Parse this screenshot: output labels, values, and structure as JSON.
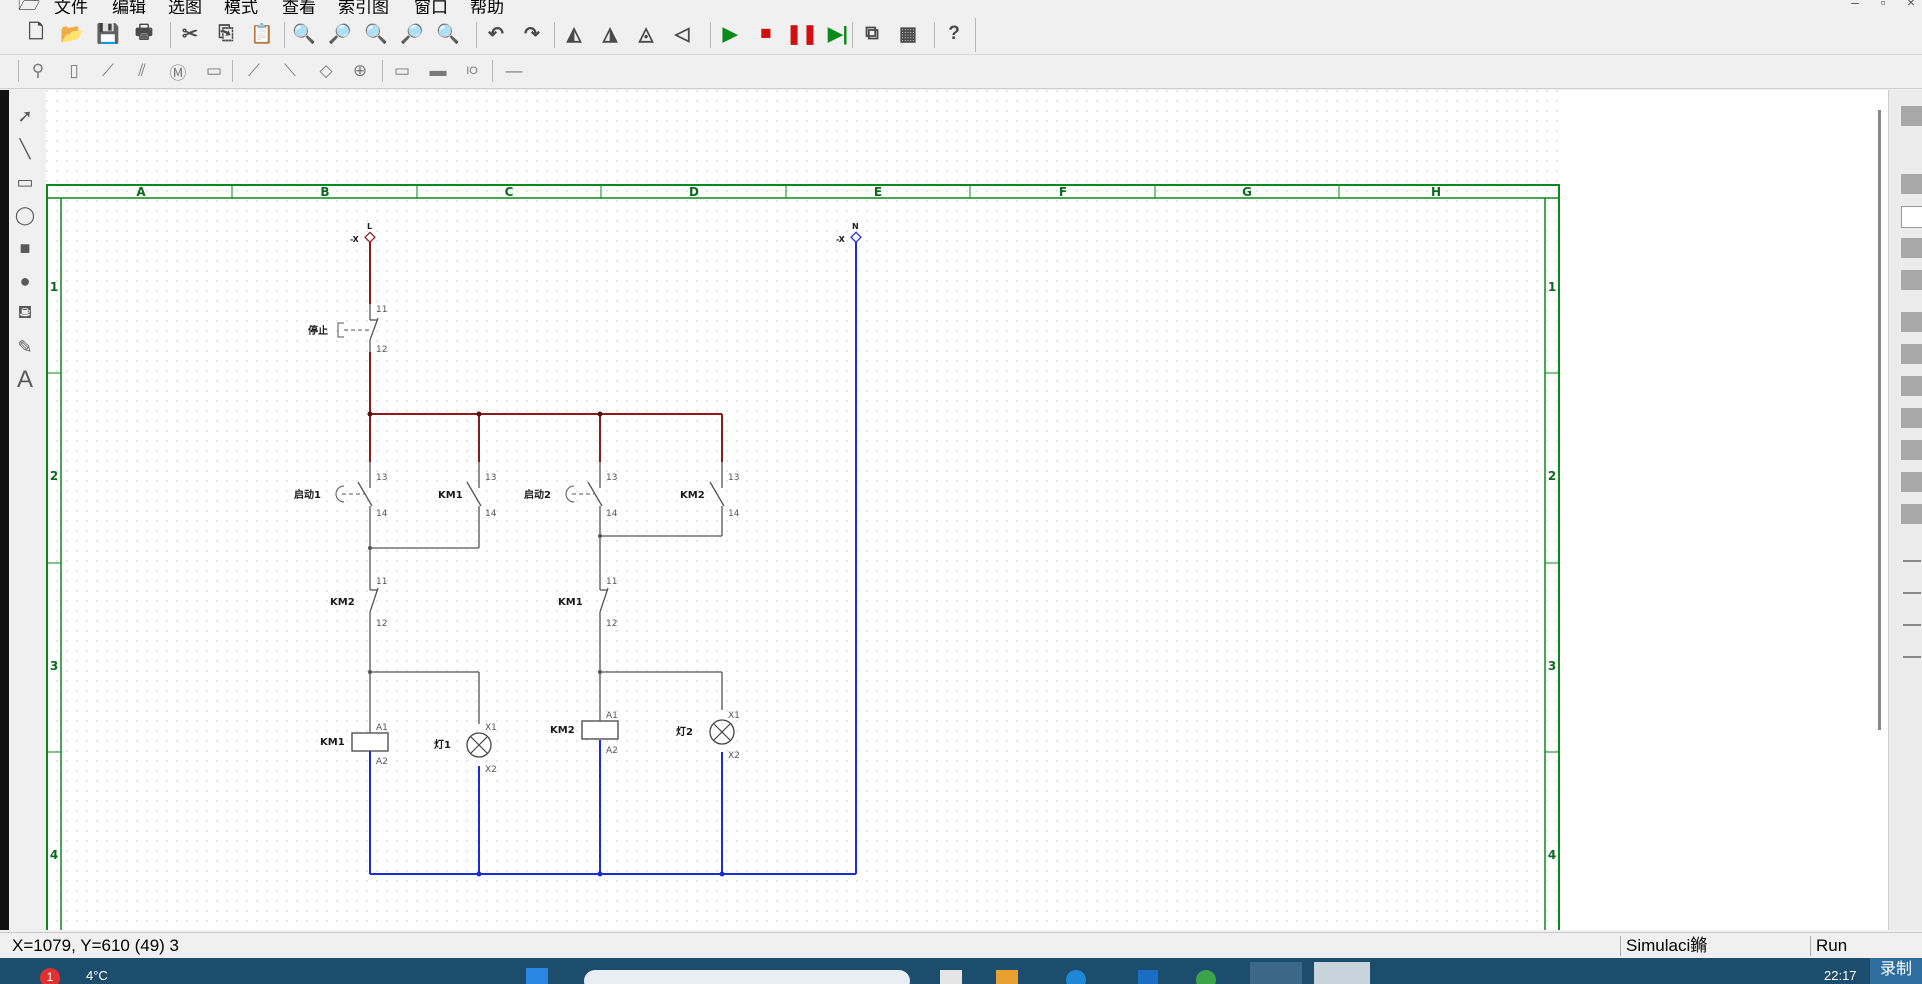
{
  "menu": [
    "文件",
    "编辑",
    "选图",
    "模式",
    "查看",
    "索引图",
    "窗口",
    "帮助"
  ],
  "toolbar": {
    "file": [
      {
        "name": "new-icon",
        "glyph": "🗋"
      },
      {
        "name": "open-icon",
        "glyph": "📂"
      },
      {
        "name": "save-icon",
        "glyph": "💾"
      },
      {
        "name": "print-icon",
        "glyph": "🖶"
      }
    ],
    "edit": [
      {
        "name": "cut-icon",
        "glyph": "✂"
      },
      {
        "name": "copy-icon",
        "glyph": "⎘"
      },
      {
        "name": "paste-icon",
        "glyph": "📋"
      }
    ],
    "zoom": [
      {
        "name": "zoom-in-icon",
        "glyph": "🔍"
      },
      {
        "name": "zoom-out-icon",
        "glyph": "🔎"
      },
      {
        "name": "zoom-fit-icon",
        "glyph": "🔍"
      },
      {
        "name": "zoom-area-icon",
        "glyph": "🔎"
      },
      {
        "name": "zoom-find-icon",
        "glyph": "🔍"
      }
    ],
    "history": [
      {
        "name": "undo-icon",
        "glyph": "↶"
      },
      {
        "name": "redo-icon",
        "glyph": "↷"
      }
    ],
    "transform": [
      {
        "name": "rotate-left-icon",
        "glyph": "◭"
      },
      {
        "name": "rotate-right-icon",
        "glyph": "◮"
      },
      {
        "name": "flip-horizontal-icon",
        "glyph": "◬"
      },
      {
        "name": "flip-vertical-icon",
        "glyph": "◁"
      }
    ],
    "simulation": [
      {
        "name": "run-icon",
        "glyph": "▶",
        "color": "#0a8a1a"
      },
      {
        "name": "stop-icon",
        "glyph": "■",
        "color": "#d01010"
      },
      {
        "name": "pause-icon",
        "glyph": "❚❚",
        "color": "#d01010"
      },
      {
        "name": "step-icon",
        "glyph": "▶|",
        "color": "#0a8a1a"
      }
    ],
    "window": [
      {
        "name": "window-icon",
        "glyph": "⧉"
      },
      {
        "name": "layout-icon",
        "glyph": "▦"
      }
    ],
    "help": [
      {
        "name": "help-icon",
        "glyph": "?"
      }
    ]
  },
  "components": [
    {
      "name": "terminal-icon",
      "glyph": "⚲"
    },
    {
      "name": "fuse-icon",
      "glyph": "▯"
    },
    {
      "name": "switch-icon",
      "glyph": "⟋"
    },
    {
      "name": "switch-3pole-icon",
      "glyph": "⫽"
    },
    {
      "name": "motor-icon",
      "glyph": "Ⓜ"
    },
    {
      "name": "relay-icon",
      "glyph": "▭"
    },
    {
      "name": "contact-no-icon",
      "glyph": "⟋"
    },
    {
      "name": "contact-nc-icon",
      "glyph": "⟍"
    },
    {
      "name": "diode-icon",
      "glyph": "◇"
    },
    {
      "name": "junction-icon",
      "glyph": "⊕"
    },
    {
      "name": "timer-icon",
      "glyph": "▭"
    },
    {
      "name": "coil-icon",
      "glyph": "▬"
    },
    {
      "name": "io-icon",
      "glyph": "IO"
    },
    {
      "name": "wire-icon",
      "glyph": "—"
    }
  ],
  "drawing_tools": [
    {
      "name": "select-arrow-icon",
      "glyph": "➚"
    },
    {
      "name": "line-tool-icon",
      "glyph": "╲"
    },
    {
      "name": "rectangle-tool-icon",
      "glyph": "▭"
    },
    {
      "name": "ellipse-tool-icon",
      "glyph": "◯"
    },
    {
      "name": "filled-rectangle-icon",
      "glyph": "■"
    },
    {
      "name": "filled-ellipse-icon",
      "glyph": "●"
    },
    {
      "name": "fill-bucket-icon",
      "glyph": "⛾"
    },
    {
      "name": "eyedropper-icon",
      "glyph": "✎"
    },
    {
      "name": "text-tool-icon",
      "glyph": "A"
    }
  ],
  "sheet": {
    "columns": [
      "A",
      "B",
      "C",
      "D",
      "E",
      "F",
      "G",
      "H"
    ],
    "rows": [
      "1",
      "2",
      "3",
      "4"
    ]
  },
  "schematic": {
    "supply_l": "L",
    "supply_n": "N",
    "terminal_prefix": "-X",
    "stop_button": "停止",
    "start_button_1": "启动1",
    "start_button_2": "启动2",
    "km1": "KM1",
    "km2": "KM2",
    "lamp_1": "灯1",
    "lamp_2": "灯2",
    "pin_11": "11",
    "pin_12": "12",
    "pin_13": "13",
    "pin_14": "14",
    "pin_a1": "A1",
    "pin_a2": "A2",
    "pin_x1": "X1",
    "pin_x2": "X2",
    "wire_colors": {
      "live": "#8b1a1a",
      "neutral": "#1a2cd8",
      "control": "#555555",
      "frame": "#0a8a1a"
    }
  },
  "status": {
    "coordinates": "X=1079, Y=610 (49) 3",
    "mode": "Simulaci鏅",
    "state": "Run"
  },
  "taskbar": {
    "weather": "4°C",
    "notification_count": "1",
    "record_label": "录制",
    "time": "22:17"
  }
}
